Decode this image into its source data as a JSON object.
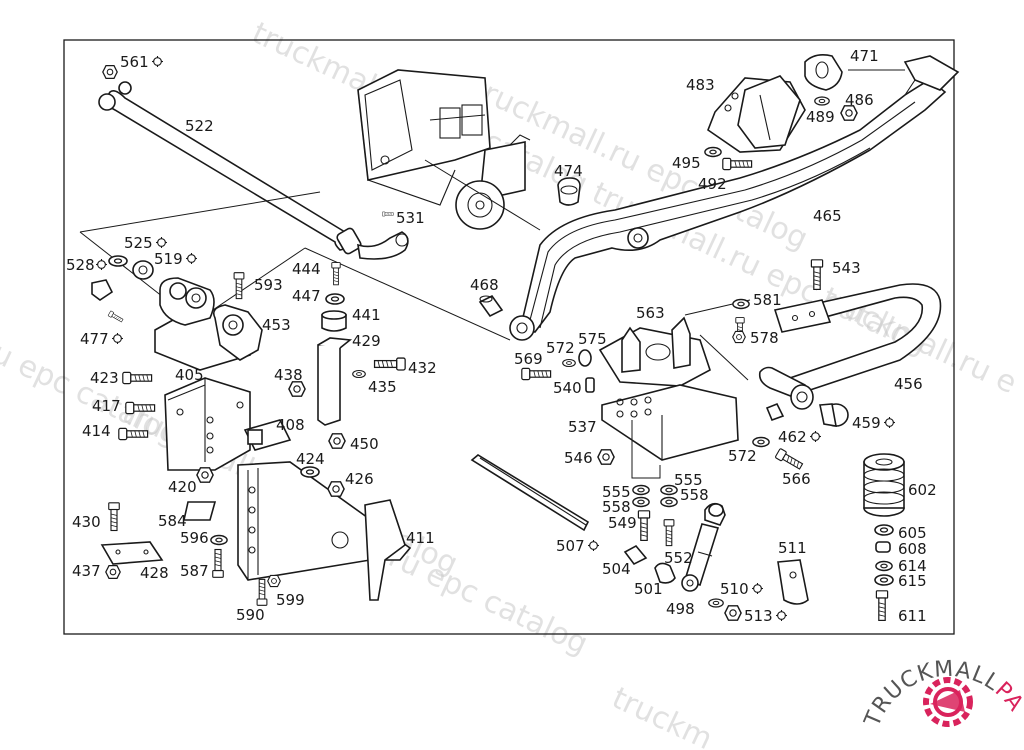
{
  "watermark": {
    "texts": [
      "truckmall.ru epc catalog",
      "truckmall.ru epc catalog",
      "u epc catalog",
      "truckmall.ru epc catalog",
      "truckmall.ru epc catalog",
      "truckmall.ru epc catalog",
      "truckm",
      "truckmall.ru e"
    ]
  },
  "brand": {
    "text_a": "TRUCKMALL",
    "text_b": "PARTS",
    "color_a": "#555555",
    "color_b": "#d9235c"
  },
  "labels": {
    "p561": "561",
    "p522": "522",
    "p531": "531",
    "p525": "525",
    "p528": "528",
    "p519": "519",
    "p593": "593",
    "p444": "444",
    "p447": "447",
    "p441": "441",
    "p477": "477",
    "p453": "453",
    "p429": "429",
    "p432": "432",
    "p423": "423",
    "p405": "405",
    "p438": "438",
    "p435": "435",
    "p417": "417",
    "p414": "414",
    "p408": "408",
    "p450": "450",
    "p424": "424",
    "p426": "426",
    "p420": "420",
    "p584": "584",
    "p430": "430",
    "p596": "596",
    "p411": "411",
    "p437": "437",
    "p428": "428",
    "p587": "587",
    "p590": "590",
    "p599": "599",
    "p474": "474",
    "p468": "468",
    "p465": "465",
    "p483": "483",
    "p471": "471",
    "p486": "486",
    "p489": "489",
    "p495": "495",
    "p492": "492",
    "p543": "543",
    "p563": "563",
    "p581": "581",
    "p578": "578",
    "p569": "569",
    "p572a": "572",
    "p575": "575",
    "p540": "540",
    "p456": "456",
    "p537": "537",
    "p546": "546",
    "p462": "462",
    "p459": "459",
    "p572b": "572",
    "p566": "566",
    "p555a": "555",
    "p555b": "555",
    "p558a": "558",
    "p558b": "558",
    "p549": "549",
    "p507": "507",
    "p504": "504",
    "p552": "552",
    "p511": "511",
    "p501": "501",
    "p510": "510",
    "p498": "498",
    "p513": "513",
    "p602": "602",
    "p605": "605",
    "p608": "608",
    "p614": "614",
    "p615": "615",
    "p611": "611"
  },
  "marker_icon": "circle-hash-marker-icon"
}
